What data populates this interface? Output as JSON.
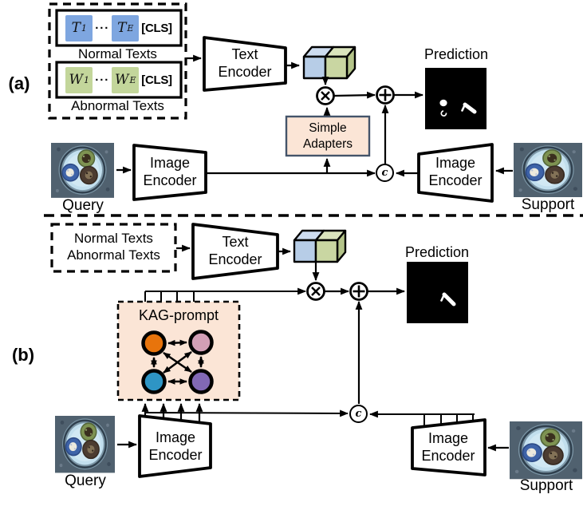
{
  "panel_a": {
    "label": "(a)",
    "normal_box": {
      "tok1": {
        "base": "T",
        "sub": "1"
      },
      "dots": "···",
      "tok2": {
        "base": "T",
        "sub": "E"
      },
      "cls": "[CLS]",
      "caption": "Normal Texts"
    },
    "abnormal_box": {
      "tok1": {
        "base": "W",
        "sub": "1"
      },
      "dots": "···",
      "tok2": {
        "base": "W",
        "sub": "E"
      },
      "cls": "[CLS]",
      "caption": "Abnormal Texts"
    },
    "text_encoder": "Text Encoder",
    "simple_adapters": "Simple Adapters",
    "prediction": "Prediction",
    "query": "Query",
    "support": "Support",
    "image_encoder_query": "Image Encoder",
    "image_encoder_support": "Image Encoder",
    "concat_glyph": "c"
  },
  "panel_b": {
    "label": "(b)",
    "prompt_box": {
      "line1": "Normal Texts",
      "line2": "Abnormal Texts"
    },
    "text_encoder": "Text Encoder",
    "kag_prompt": "KAG-prompt",
    "prediction": "Prediction",
    "query": "Query",
    "support": "Support",
    "image_encoder_query": "Image Encoder",
    "image_encoder_support": "Image Encoder",
    "concat_glyph": "c"
  },
  "icons": {
    "multiply": "circled-multiply",
    "add": "circled-plus",
    "concat": "circled-c"
  },
  "colors": {
    "token_blue": "#7EA6E0",
    "token_green": "#C3D69B",
    "cube_blue_front": "#B7CDE7",
    "cube_blue_top": "#CDDCEF",
    "cube_green_front": "#C9D6A2",
    "cube_green_top": "#DAE4BD",
    "cube_green_side": "#B4C489",
    "panel_fill_peach": "#FBE5D6",
    "adapter_border": "#44546A",
    "node_orange": "#E8740C",
    "node_pink": "#D29FB6",
    "node_teal": "#2E95C5",
    "node_purple": "#8168B5"
  }
}
